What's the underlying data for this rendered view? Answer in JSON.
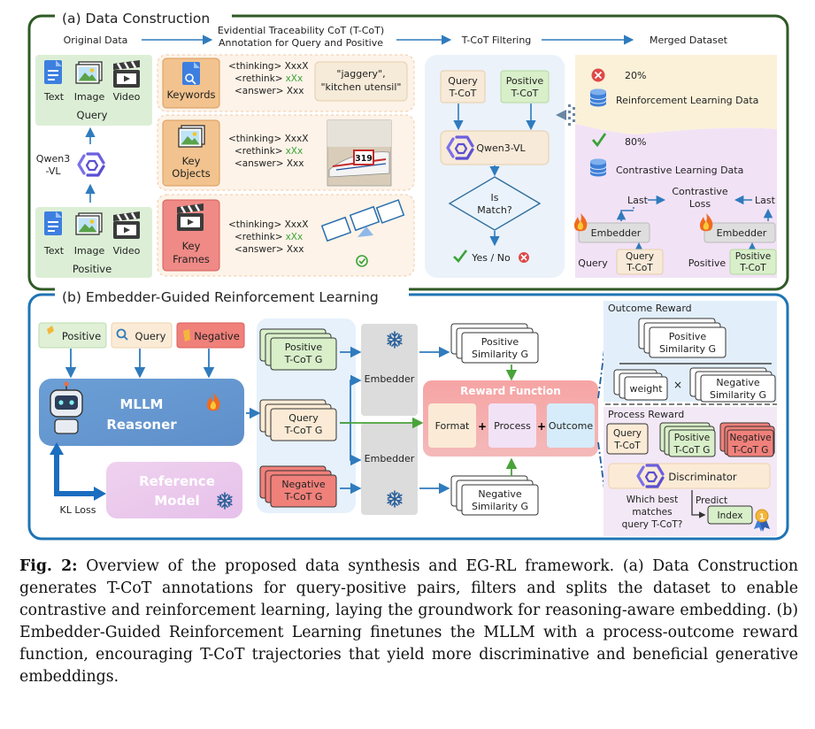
{
  "section_a": {
    "title": "(a) Data Construction",
    "flow": {
      "original": "Original Data",
      "evidential_line1": "Evidential Traceability CoT (T-CoT)",
      "evidential_line2": "Annotation for Query and Positive",
      "filtering": "T-CoT Filtering",
      "merged": "Merged Dataset"
    },
    "query_group": {
      "text": "Text",
      "image": "Image",
      "video": "Video",
      "label": "Query"
    },
    "positive_group": {
      "text": "Text",
      "image": "Image",
      "video": "Video",
      "label": "Positive"
    },
    "qwen_side": {
      "line1": "Qwen3",
      "line2": "-VL"
    },
    "annotations": [
      {
        "name_line1": "Keywords",
        "name_line2": "",
        "thinking": "<thinking> XxxX",
        "rethink_tag": "<rethink>",
        "rethink_val": "xXx",
        "answer": "<answer> Xxx",
        "quote_line1": "\"jaggery\",",
        "quote_line2": "\"kitchen utensil\""
      },
      {
        "name_line1": "Key",
        "name_line2": "Objects",
        "thinking": "<thinking> XxxX",
        "rethink_tag": "<rethink>",
        "rethink_val": "xXx",
        "answer": "<answer> Xxx",
        "badge": "319"
      },
      {
        "name_line1": "Key",
        "name_line2": "Frames",
        "thinking": "<thinking> XxxX",
        "rethink_tag": "<rethink>",
        "rethink_val": "xXx",
        "answer": "<answer> Xxx"
      }
    ],
    "filter": {
      "query_line1": "Query",
      "query_line2": "T-CoT",
      "positive_line1": "Positive",
      "positive_line2": "T-CoT",
      "model": "Qwen3-VL",
      "decision_line1": "Is",
      "decision_line2": "Match?",
      "result": "Yes / No"
    },
    "merged": {
      "rl_pct": "20%",
      "rl_label": "Reinforcement Learning Data",
      "cl_pct": "80%",
      "cl_label": "Contrastive Learning Data",
      "last_left": "Last",
      "contrastive_line1": "Contrastive",
      "contrastive_line2": "Loss",
      "last_right": "Last",
      "embedder_left": "Embedder",
      "embedder_right": "Embedder",
      "query": "Query",
      "query_tcot_line1": "Query",
      "query_tcot_line2": "T-CoT",
      "positive": "Positive",
      "positive_tcot_line1": "Positive",
      "positive_tcot_line2": "T-CoT"
    }
  },
  "section_b": {
    "title": "(b) Embedder-Guided Reinforcement Learning",
    "inputs": {
      "positive": "Positive",
      "query": "Query",
      "negative": "Negative"
    },
    "reasoner_line1": "MLLM",
    "reasoner_line2": "Reasoner",
    "reference_line1": "Reference",
    "reference_line2": "Model",
    "kl_loss": "KL Loss",
    "cots": {
      "positive_line1": "Positive",
      "positive_line2": "T-CoT G",
      "query_line1": "Query",
      "query_line2": "T-CoT G",
      "negative_line1": "Negative",
      "negative_line2": "T-CoT G"
    },
    "embedder_top": "Embedder",
    "embedder_bottom": "Embedder",
    "similarity": {
      "positive_line1": "Positive",
      "positive_line2": "Similarity G",
      "negative_line1": "Negative",
      "negative_line2": "Similarity G"
    },
    "reward": {
      "title": "Reward Function",
      "format": "Format",
      "process": "Process",
      "outcome": "Outcome",
      "plus": "+"
    },
    "outcome_reward": {
      "title": "Outcome Reward",
      "pos_line1": "Positive",
      "pos_line2": "Similarity G",
      "weight": "weight",
      "times": "×",
      "neg_line1": "Negative",
      "neg_line2": "Similarity G"
    },
    "process_reward": {
      "title": "Process Reward",
      "query_line1": "Query",
      "query_line2": "T-CoT",
      "pos_line1": "Positive",
      "pos_line2": "T-CoT G",
      "neg_line1": "Negative",
      "neg_line2": "T-CoT G",
      "discriminator": "Discriminator",
      "question_line1": "Which best",
      "question_line2": "matches",
      "question_line3": "query T-CoT?",
      "predict": "Predict",
      "index": "Index"
    }
  },
  "caption": {
    "label": "Fig. 2:",
    "text": " Overview of the proposed data synthesis and EG-RL framework. (a) Data Construction generates T-CoT annotations for query-positive pairs, filters and splits the dataset to enable contrastive and reinforcement learning, laying the groundwork for reasoning-aware embedding. (b) Embedder-Guided Reinforcement Learning finetunes the MLLM with a process-outcome reward function, encouraging T-CoT trajectories that yield more discriminative and beneficial generative embeddings."
  },
  "colors": {
    "frame_a": "#2f5a26",
    "frame_b": "#1f74b4",
    "arrow": "#2f7bbd",
    "green_arrow": "#4aa33a",
    "check": "#3aa336",
    "cross": "#e04848"
  }
}
